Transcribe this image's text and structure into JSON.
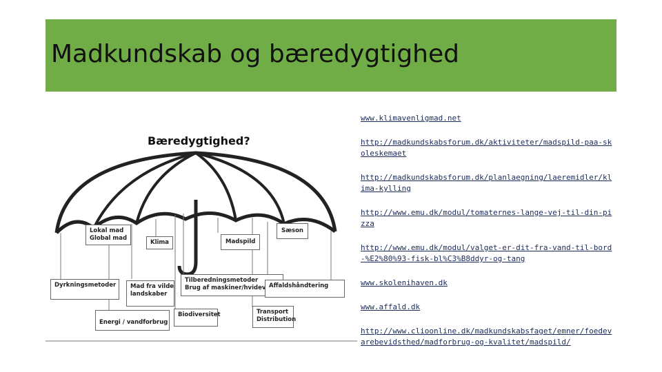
{
  "slide": {
    "title": "Madkundskab og bæredygtighed"
  },
  "diagram": {
    "title": "Bæredygtighed?",
    "labels": {
      "lokal_mad": [
        "Lokal mad",
        "Global mad"
      ],
      "klima": "Klima",
      "madspild": "Madspild",
      "saeson": "Sæson",
      "dyrkningsmetoder": "Dyrkningsmetoder",
      "mad_fra_vilde": [
        "Mad fra vilde",
        "landskaber"
      ],
      "tilberedning": [
        "Tilberedningsmetoder",
        "Brug af maskiner/hvidevarer"
      ],
      "affald": "Affaldshåndtering",
      "energi": "Energi / vandforbrug",
      "biodiversitet": "Biodiversitet",
      "transport": [
        "Transport",
        "Distribution"
      ]
    }
  },
  "links": [
    "www.klimavenligmad.net",
    "http://madkundskabsforum.dk/aktiviteter/madspild-paa-skoleskemaet",
    "http://madkundskabsforum.dk/planlaegning/laeremidler/klima-kylling",
    "http://www.emu.dk/modul/tomaternes-lange-vej-til-din-pizza",
    "http://www.emu.dk/modul/valget-er-dit-fra-vand-til-bord-%E2%80%93-fisk-bl%C3%B8ddyr-og-tang",
    "www.skolenihaven.dk",
    "www.affald.dk",
    "http://www.clioonline.dk/madkundskabsfaget/emner/foedevarebevidsthed/madforbrug-og-kvalitet/madspild/"
  ],
  "colors": {
    "title_band": "#70ad47",
    "link": "#1a2a5a"
  }
}
